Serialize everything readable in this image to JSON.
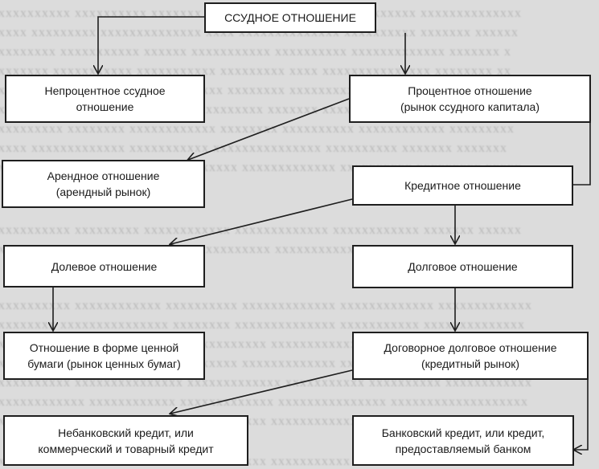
{
  "diagram": {
    "nodes": {
      "root": {
        "lines": [
          "ССУДНОЕ ОТНОШЕНИЕ"
        ]
      },
      "non_interest": {
        "lines": [
          "Непроцентное ссудное",
          "отношение"
        ]
      },
      "interest": {
        "lines": [
          "Процентное отношение",
          "(рынок ссудного капитала)"
        ]
      },
      "rent": {
        "lines": [
          "Арендное отношение",
          "(арендный рынок)"
        ]
      },
      "credit": {
        "lines": [
          "Кредитное отношение"
        ]
      },
      "equity": {
        "lines": [
          "Долевое отношение"
        ]
      },
      "debt": {
        "lines": [
          "Долговое отношение"
        ]
      },
      "securities": {
        "lines": [
          "Отношение в форме ценной",
          "бумаги (рынок ценных бумаг)"
        ]
      },
      "contract_debt": {
        "lines": [
          "Договорное долговое отношение",
          "(кредитный рынок)"
        ]
      },
      "nonbank": {
        "lines": [
          "Небанковский кредит, или",
          "коммерческий и товарный кредит"
        ]
      },
      "bank": {
        "lines": [
          "Банковский кредит, или кредит,",
          "предоставляемый банком"
        ]
      }
    },
    "edges": [
      {
        "from": "root",
        "to": "non_interest"
      },
      {
        "from": "root",
        "to": "interest"
      },
      {
        "from": "interest",
        "to": "rent"
      },
      {
        "from": "interest",
        "to": "credit"
      },
      {
        "from": "credit",
        "to": "equity"
      },
      {
        "from": "credit",
        "to": "debt"
      },
      {
        "from": "equity",
        "to": "securities"
      },
      {
        "from": "debt",
        "to": "contract_debt"
      },
      {
        "from": "contract_debt",
        "to": "nonbank"
      },
      {
        "from": "contract_debt",
        "to": "bank"
      }
    ]
  },
  "colors": {
    "background": "#dcdcdc",
    "box_fill": "#ffffff",
    "box_border": "#1e1e1e",
    "arrow": "#1e1e1e"
  }
}
